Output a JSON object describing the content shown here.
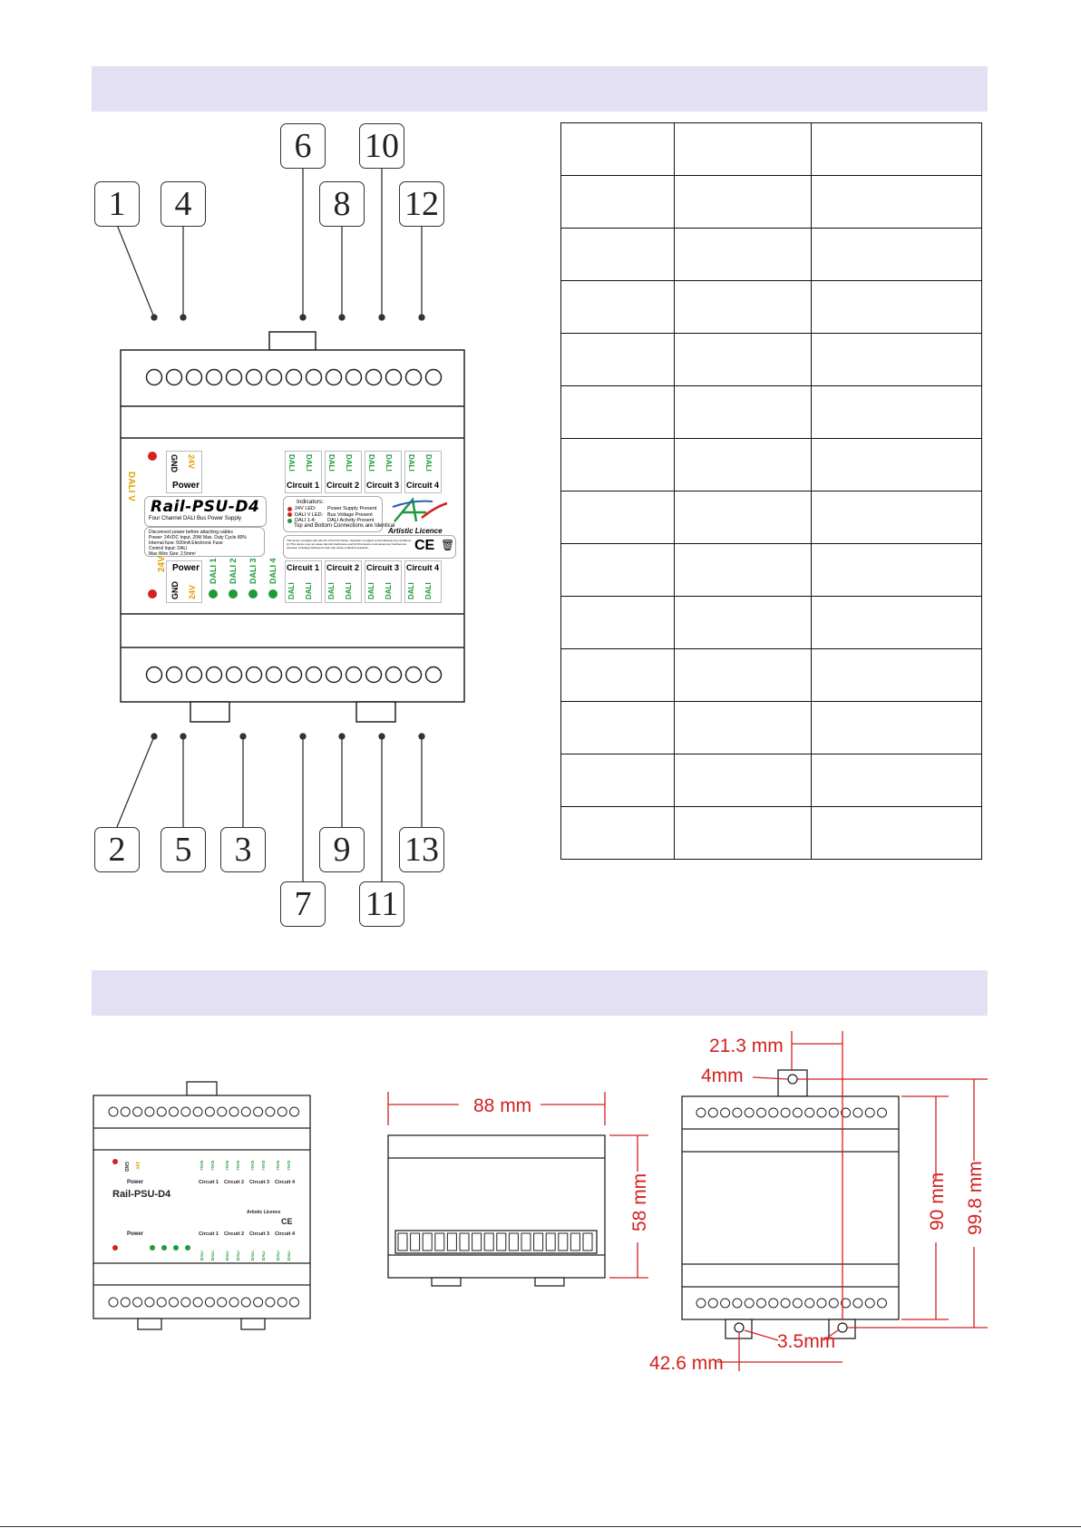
{
  "device": {
    "name": "Rail-PSU-D4",
    "subtitle": "Four Channel DALI Bus Power Supply",
    "labels": {
      "dali_v": "DALI V",
      "gnd": "GND",
      "v24": "24V",
      "power": "Power",
      "dali": "DALI",
      "circuits": [
        "Circuit 1",
        "Circuit 2",
        "Circuit 3",
        "Circuit 4"
      ],
      "dali_leds": [
        "DALI 1",
        "DALI 2",
        "DALI 3",
        "DALI 4"
      ]
    },
    "info_lines": [
      "Disconnect power before attaching cables",
      "Power: 24VDC Input, 20W Max. Duty Cycle 80%",
      "Internal fuse: 500mA Electronic Fuse",
      "Control Input: DALI",
      "Max Wire Size: 2.5mm²"
    ],
    "indicators_title": "Indicators:",
    "indicators": [
      {
        "led": "24V LED:",
        "text": "Power Supply Present",
        "color": "#d42020"
      },
      {
        "led": "DALI V LED:",
        "text": "Bus Voltage Present",
        "color": "#d42020"
      },
      {
        "led": "DALI 1-4:",
        "text": "DALI Activity Present",
        "color": "#1f9a3a"
      }
    ],
    "connections_note": "Top and Bottom Connections are Identical",
    "brand": "Artistic Licence",
    "fcc_note": "This device complies with part 15 of the FCC Rules. Operation is subject to the following two conditions: (1) This device may not cause harmful interference and (2) this device must accept any interference received, including interference that may cause undesired operation.",
    "ce": "CE"
  },
  "callouts": {
    "top": [
      "1",
      "4",
      "6",
      "10",
      "8",
      "12"
    ],
    "bottom": [
      "2",
      "5",
      "3",
      "9",
      "13",
      "7",
      "11"
    ]
  },
  "dimensions": {
    "width": "88 mm",
    "depth": "58 mm",
    "pin_offset": "21.3 mm",
    "pin_size": "4mm",
    "body_height": "90 mm",
    "total_height": "99.8 mm",
    "hole": "3.5mm",
    "hole_spacing": "42.6 mm"
  },
  "colors": {
    "band": "#e3e0f3",
    "dim_red": "#d42020",
    "dali_green": "#1f9a3a",
    "v24_yellow": "#e0a000"
  }
}
